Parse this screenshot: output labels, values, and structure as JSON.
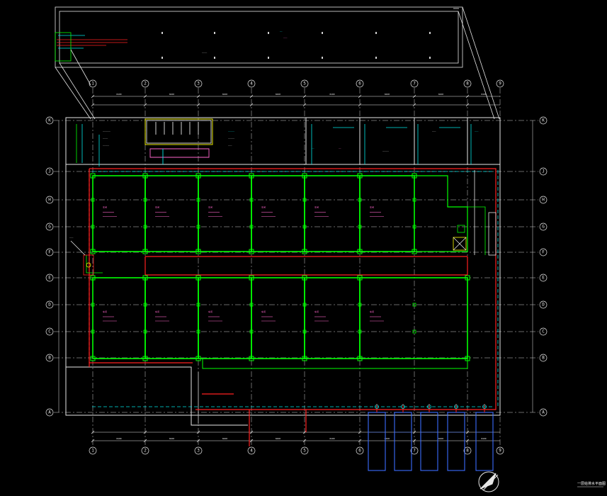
{
  "drawing": {
    "title": "一层给排水平面图",
    "colors": {
      "background": "#000000",
      "line_white": "#e6e6e6",
      "grid_axis": "#f0f0f0",
      "partition_green": "#00ff00",
      "pipe_red": "#ff2020",
      "pipe_cyan": "#00e6e6",
      "room_text_pink": "#ff66cc",
      "stair_yellow": "#ffff00",
      "outdoor_blue": "#3b6cff"
    },
    "axes": {
      "top_numbers": [
        "1",
        "2",
        "3",
        "4",
        "5",
        "6",
        "7",
        "8",
        "9"
      ],
      "bottom_numbers": [
        "1",
        "2",
        "3",
        "4",
        "5",
        "6",
        "7",
        "8",
        "9"
      ],
      "side_letters": [
        "K",
        "J",
        "H",
        "G",
        "F",
        "E",
        "D",
        "C",
        "B",
        "A"
      ]
    },
    "room_labels": [
      "车间",
      "车间",
      "车间",
      "车间",
      "车间",
      "车间",
      "车间",
      "车间",
      "车间",
      "车间",
      "车间",
      "车间"
    ],
    "dimension_text": "8400",
    "icons": [
      "north-arrow-icon",
      "fire-hydrant-icon",
      "floor-drain-icon"
    ]
  }
}
